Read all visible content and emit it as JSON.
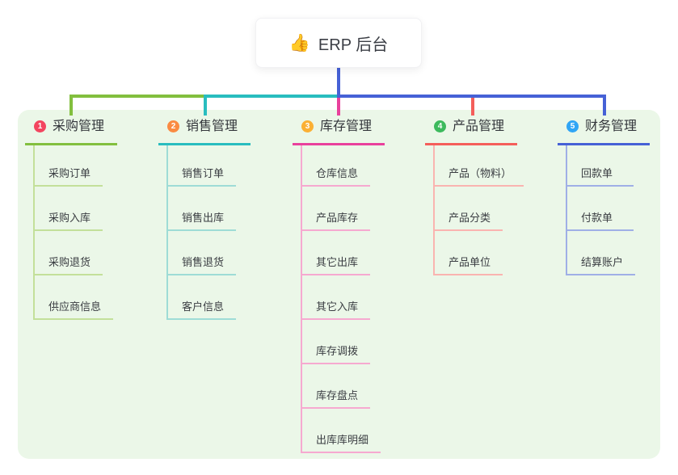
{
  "root": {
    "icon": "thumbs-up-icon",
    "icon_char": "👍",
    "title": "ERP 后台"
  },
  "branches": [
    {
      "num": "1",
      "label": "采购管理",
      "badge_color": "#f3455f",
      "line_color": "#82bf3e",
      "light_color": "#c3e09a",
      "children": [
        "采购订单",
        "采购入库",
        "采购退货",
        "供应商信息"
      ]
    },
    {
      "num": "2",
      "label": "销售管理",
      "badge_color": "#fa8b42",
      "line_color": "#29bdbf",
      "light_color": "#9edcd6",
      "children": [
        "销售订单",
        "销售出库",
        "销售退货",
        "客户信息"
      ]
    },
    {
      "num": "3",
      "label": "库存管理",
      "badge_color": "#fbb034",
      "line_color": "#e9409c",
      "light_color": "#f6a9d0",
      "children": [
        "仓库信息",
        "产品库存",
        "其它出库",
        "其它入库",
        "库存调拨",
        "库存盘点",
        "出库库明细"
      ]
    },
    {
      "num": "4",
      "label": "产品管理",
      "badge_color": "#3dba5d",
      "line_color": "#f45e5a",
      "light_color": "#fab4b0",
      "children": [
        "产品（物料）",
        "产品分类",
        "产品单位"
      ]
    },
    {
      "num": "5",
      "label": "财务管理",
      "badge_color": "#30a5f5",
      "line_color": "#4661d6",
      "light_color": "#9fafe6",
      "children": [
        "回款单",
        "付款单",
        "结算账户"
      ]
    }
  ],
  "colors": {
    "panel_bg": "#ebf7e8",
    "root_line": "#4661d6",
    "text_dark": "#33363b"
  }
}
